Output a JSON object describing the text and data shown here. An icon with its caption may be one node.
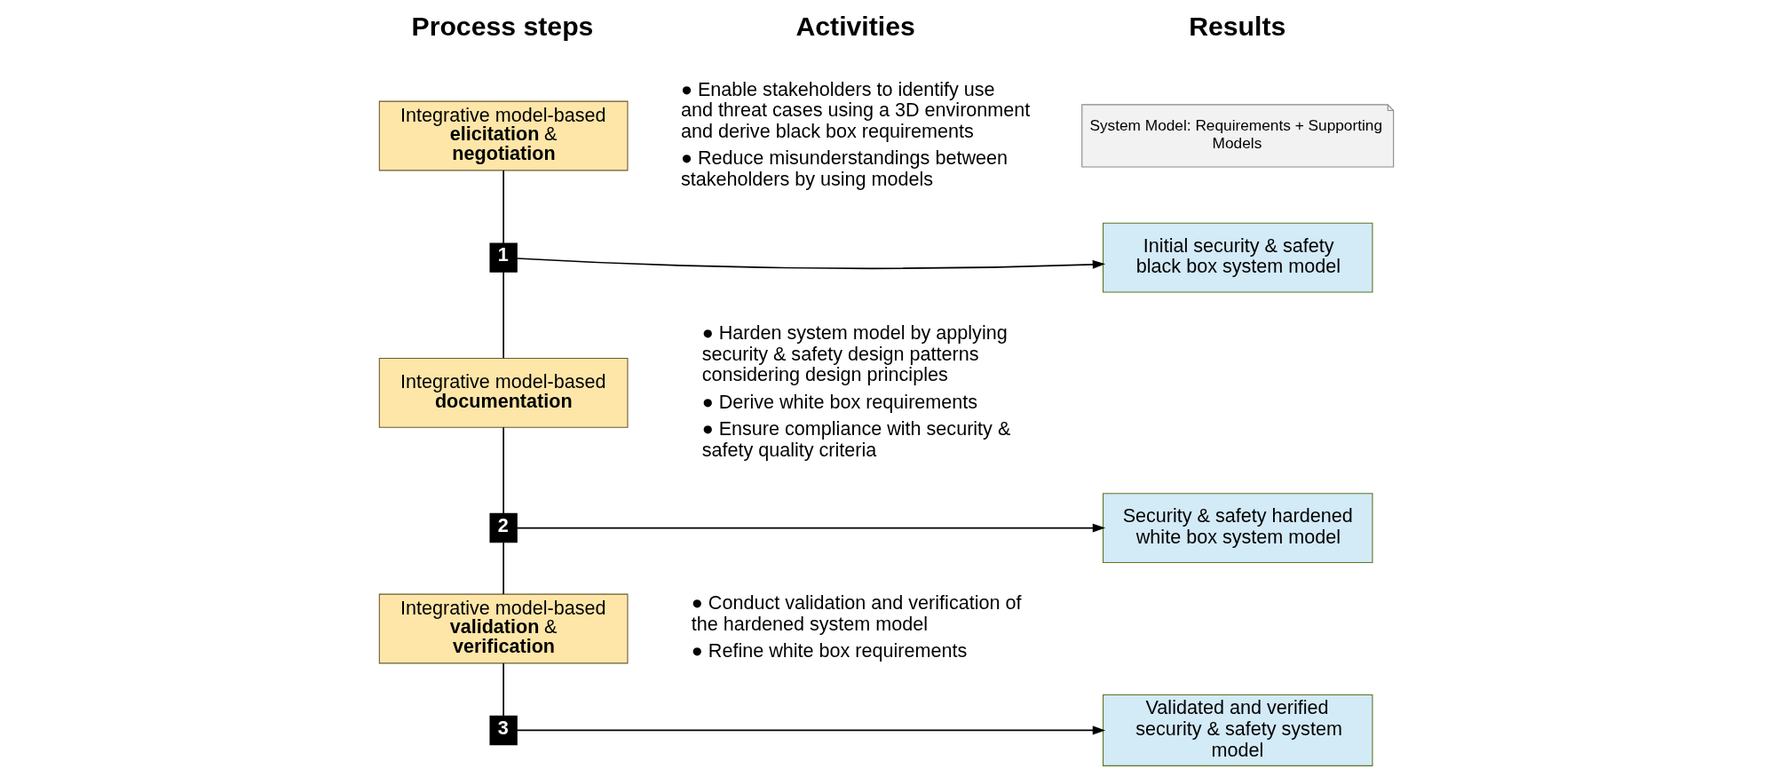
{
  "diagram": {
    "nodes": [
      {
        "text": [
          "Integrative model-based **elicitation** & **negotiation**"
        ]
      },
      {
        "text": [
          "1"
        ]
      },
      {
        "text": [
          "Integrative model-based **documentation**"
        ]
      },
      {
        "text": [
          "2"
        ]
      },
      {
        "text": [
          "Integrative model-based **validation** & **verification**"
        ]
      },
      {
        "text": [
          "3"
        ]
      },
      {
        "text": [
          "Initial security & safety black box system model"
        ]
      },
      {
        "text": [
          "Security & safety hardened white box system model"
        ]
      },
      {
        "text": [
          "Validated and verified security & safety system model"
        ]
      },
      {
        "text": [
          "System Model: Requirements + Supporting Models"
        ]
      }
    ],
    "edges": [
      {
        "from": 0,
        "to": 1,
        "arrow": "none"
      },
      {
        "from": 1,
        "to": 2,
        "arrow": "none"
      },
      {
        "from": 2,
        "to": 3,
        "arrow": "none"
      },
      {
        "from": 3,
        "to": 4,
        "arrow": "none"
      },
      {
        "from": 4,
        "to": 5,
        "arrow": "none"
      },
      {
        "from": 1,
        "to": 6,
        "arrow": "to"
      },
      {
        "from": 3,
        "to": 7,
        "arrow": "to"
      },
      {
        "from": 5,
        "to": 8,
        "arrow": "to"
      }
    ],
    "labels": [
      "Process steps",
      "Activities",
      "Results",
      "● Enable stakeholders to identify use and threat cases using a 3D environment and derive black box requirements",
      "● Reduce misunderstandings between stakeholders by using models",
      "● Harden system model by applying security & safety design patterns considering design principles",
      "● Derive white box requirements",
      "● Ensure compliance with security & safety quality criteria",
      "● Conduct validation and verification of the hardened system model",
      "● Refine white box requirements"
    ]
  }
}
